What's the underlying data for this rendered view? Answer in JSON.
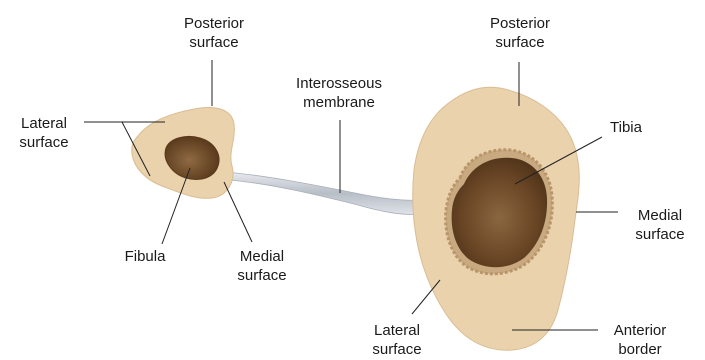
{
  "labels": {
    "fibula_posterior": {
      "line1": "Posterior",
      "line2": "surface"
    },
    "lateral_left": {
      "line1": "Lateral",
      "line2": "surface"
    },
    "interosseous": {
      "line1": "Interosseous",
      "line2": "membrane"
    },
    "tibia_posterior": {
      "line1": "Posterior",
      "line2": "surface"
    },
    "tibia": "Tibia",
    "medial_right": {
      "line1": "Medial",
      "line2": "surface"
    },
    "fibula": "Fibula",
    "medial_left": {
      "line1": "Medial",
      "line2": "surface"
    },
    "lateral_right": {
      "line1": "Lateral",
      "line2": "surface"
    },
    "anterior_border": {
      "line1": "Anterior",
      "line2": "border"
    }
  },
  "colors": {
    "bone_outer": "#ead2ad",
    "bone_cavity": "#7a5530",
    "membrane": "#c8cdd4",
    "leader_line": "#222222"
  }
}
